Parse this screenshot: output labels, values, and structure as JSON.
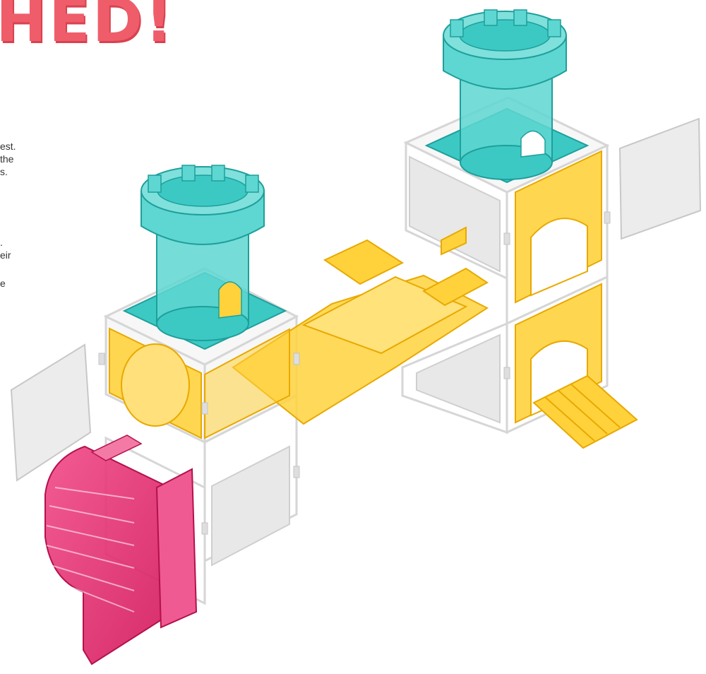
{
  "heading": {
    "text": "HED!"
  },
  "instructions": {
    "lines": [
      "est.",
      "the",
      "s.",
      ".",
      "eir",
      "e"
    ]
  },
  "colors": {
    "accent_heading": "#ef5d6a",
    "tower": "#3cc9c4",
    "window_panel": "#ffd23c",
    "staircase": "#e8336e",
    "frame": "#e6e6e6"
  },
  "illustration": {
    "parts": [
      "left-tower",
      "right-tower",
      "bridge",
      "staircase",
      "drawbridge",
      "cube-frames",
      "side-wings"
    ]
  }
}
